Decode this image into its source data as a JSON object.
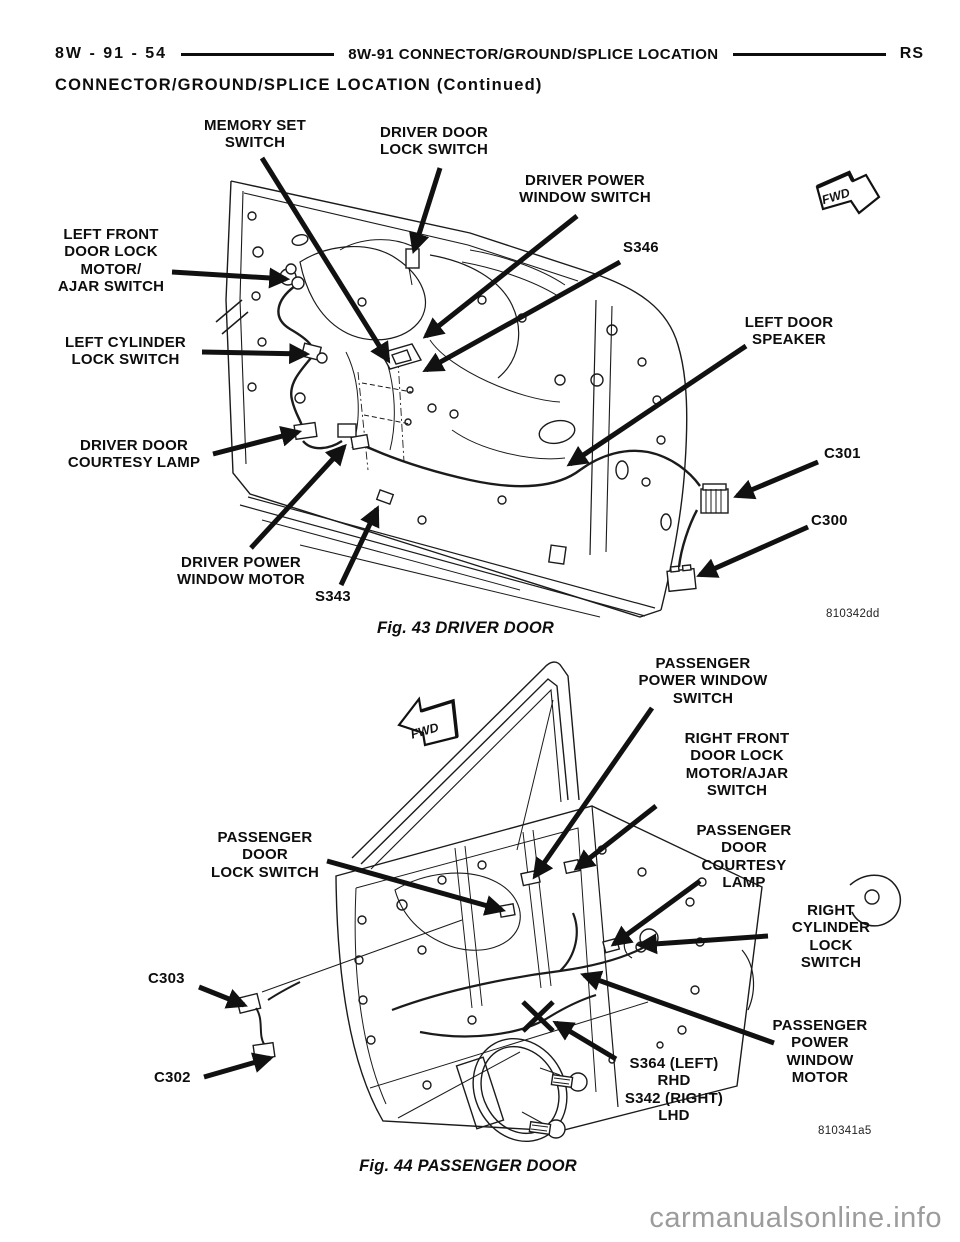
{
  "header": {
    "page_ref": "8W - 91 - 54",
    "section_title": "8W-91 CONNECTOR/GROUND/SPLICE LOCATION",
    "manual_code": "RS",
    "subtitle": "CONNECTOR/GROUND/SPLICE LOCATION (Continued)"
  },
  "fig43": {
    "caption": "Fig. 43 DRIVER DOOR",
    "image_code": "810342dd",
    "fwd_label": "FWD",
    "labels": {
      "memory_set_switch": "MEMORY SET\nSWITCH",
      "driver_door_lock_switch": "DRIVER DOOR\nLOCK SWITCH",
      "driver_power_window_switch": "DRIVER POWER\nWINDOW SWITCH",
      "s346": "S346",
      "left_front_door_lock": "LEFT FRONT\nDOOR LOCK\nMOTOR/\nAJAR SWITCH",
      "left_cylinder_lock_switch": "LEFT CYLINDER\nLOCK SWITCH",
      "left_door_speaker": "LEFT DOOR\nSPEAKER",
      "driver_door_courtesy_lamp": "DRIVER DOOR\nCOURTESY LAMP",
      "c301": "C301",
      "c300": "C300",
      "driver_power_window_motor": "DRIVER POWER\nWINDOW MOTOR",
      "s343": "S343"
    }
  },
  "fig44": {
    "caption": "Fig. 44 PASSENGER DOOR",
    "image_code": "810341a5",
    "fwd_label": "FWD",
    "labels": {
      "passenger_power_window_switch": "PASSENGER\nPOWER WINDOW\nSWITCH",
      "right_front_door_lock": "RIGHT FRONT\nDOOR LOCK\nMOTOR/AJAR\nSWITCH",
      "passenger_door_lock_switch": "PASSENGER\nDOOR\nLOCK SWITCH",
      "passenger_door_courtesy_lamp": "PASSENGER\nDOOR\nCOURTESY\nLAMP",
      "right_cylinder_lock_switch": "RIGHT\nCYLINDER\nLOCK SWITCH",
      "c303": "C303",
      "c302": "C302",
      "splice_ids": "S364 (LEFT)\nRHD\nS342 (RIGHT)\nLHD",
      "passenger_power_window_motor": "PASSENGER\nPOWER\nWINDOW\nMOTOR"
    }
  },
  "watermark": "carmanualsonline.info"
}
